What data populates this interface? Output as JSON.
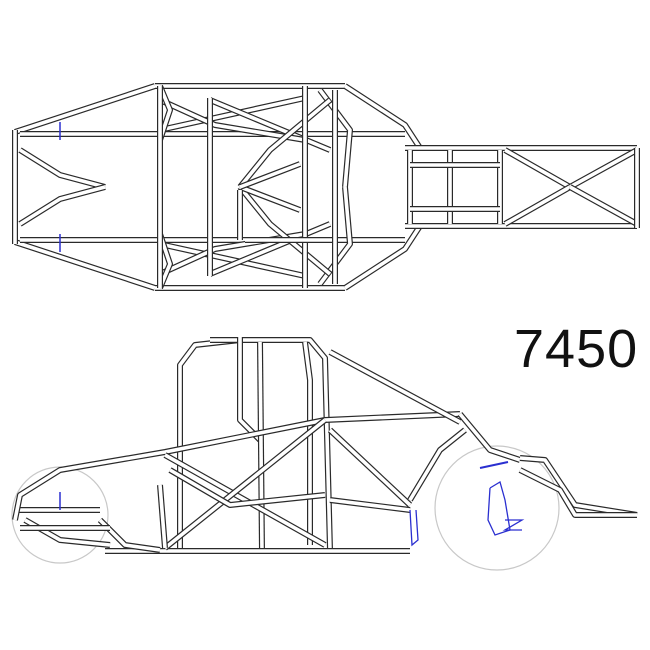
{
  "drawing": {
    "model_number": "7450",
    "views": [
      "top-view",
      "side-view"
    ],
    "colors": {
      "tube_outline": "#2a2a2a",
      "tube_fill": "#ffffff",
      "wheel_outline": "#c8c8c8",
      "bracket_accent": "#2a2fd0"
    }
  }
}
